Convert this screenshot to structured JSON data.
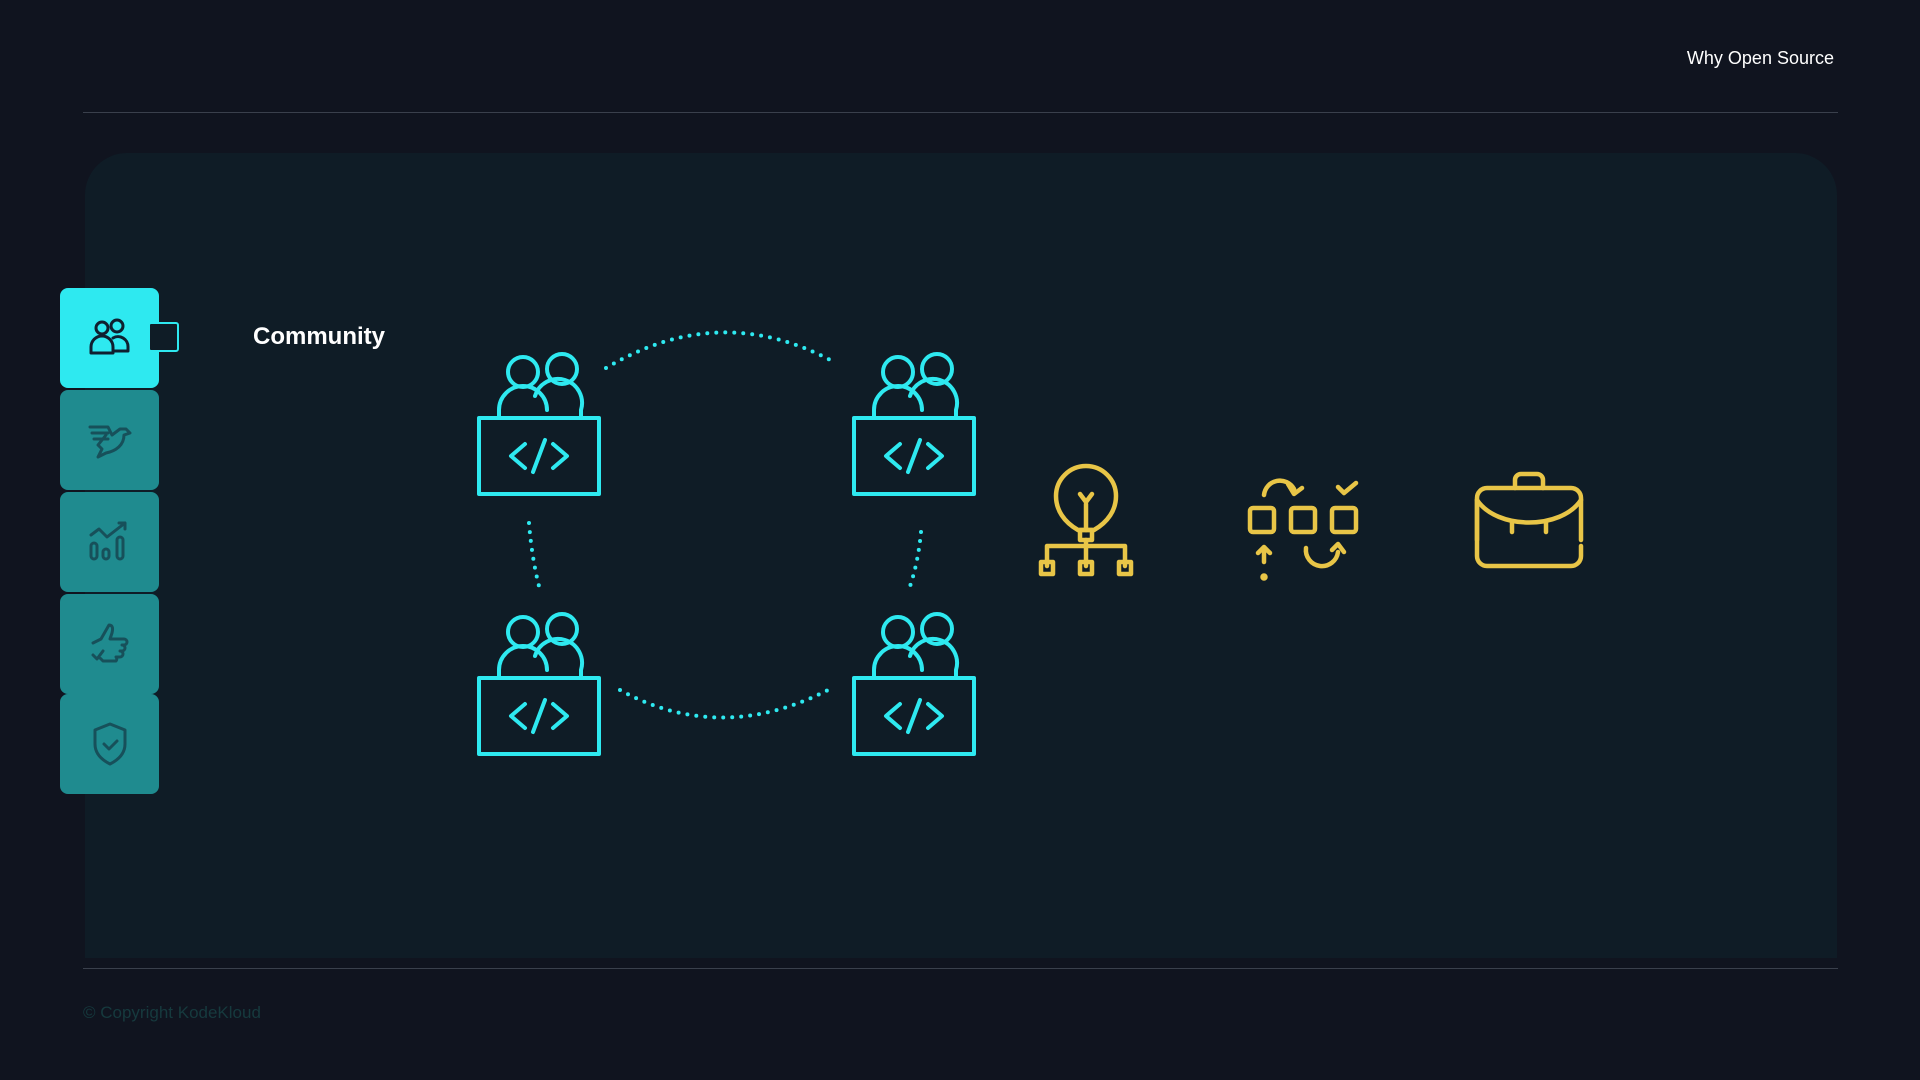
{
  "header": {
    "title": "Why Open Source"
  },
  "footer": {
    "copyright": "© Copyright KodeKloud"
  },
  "sidebar": {
    "items": [
      {
        "name": "community",
        "icon": "people-icon",
        "active": true
      },
      {
        "name": "freedom",
        "icon": "dove-icon",
        "active": false
      },
      {
        "name": "growth",
        "icon": "chart-growth-icon",
        "active": false
      },
      {
        "name": "quality",
        "icon": "thumbs-up-icon",
        "active": false
      },
      {
        "name": "security",
        "icon": "shield-check-icon",
        "active": false
      }
    ]
  },
  "content": {
    "heading": "Community"
  },
  "colors": {
    "accent": "#2ee9f0",
    "yellow": "#e8c547",
    "panel": "#0f1c26",
    "background": "#10141f"
  }
}
